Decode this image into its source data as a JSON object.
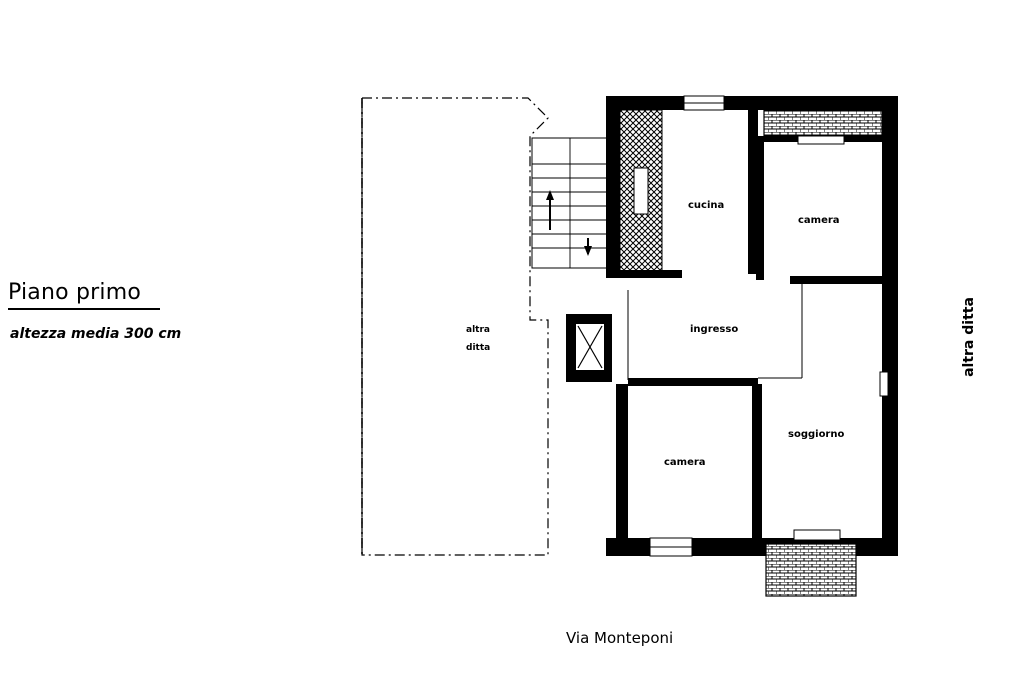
{
  "plan": {
    "title": "Piano primo",
    "subtitle": "altezza media 300 cm",
    "street": "Via Monteponi",
    "side_label": "altra ditta",
    "rooms": {
      "cucina": "cucina",
      "camera_top": "camera",
      "ingresso": "ingresso",
      "soggiorno": "soggiorno",
      "camera_bottom": "camera",
      "altra_ditta_1": "altra",
      "altra_ditta_2": "ditta"
    }
  },
  "colors": {
    "wall": "#000000",
    "background": "#ffffff"
  }
}
